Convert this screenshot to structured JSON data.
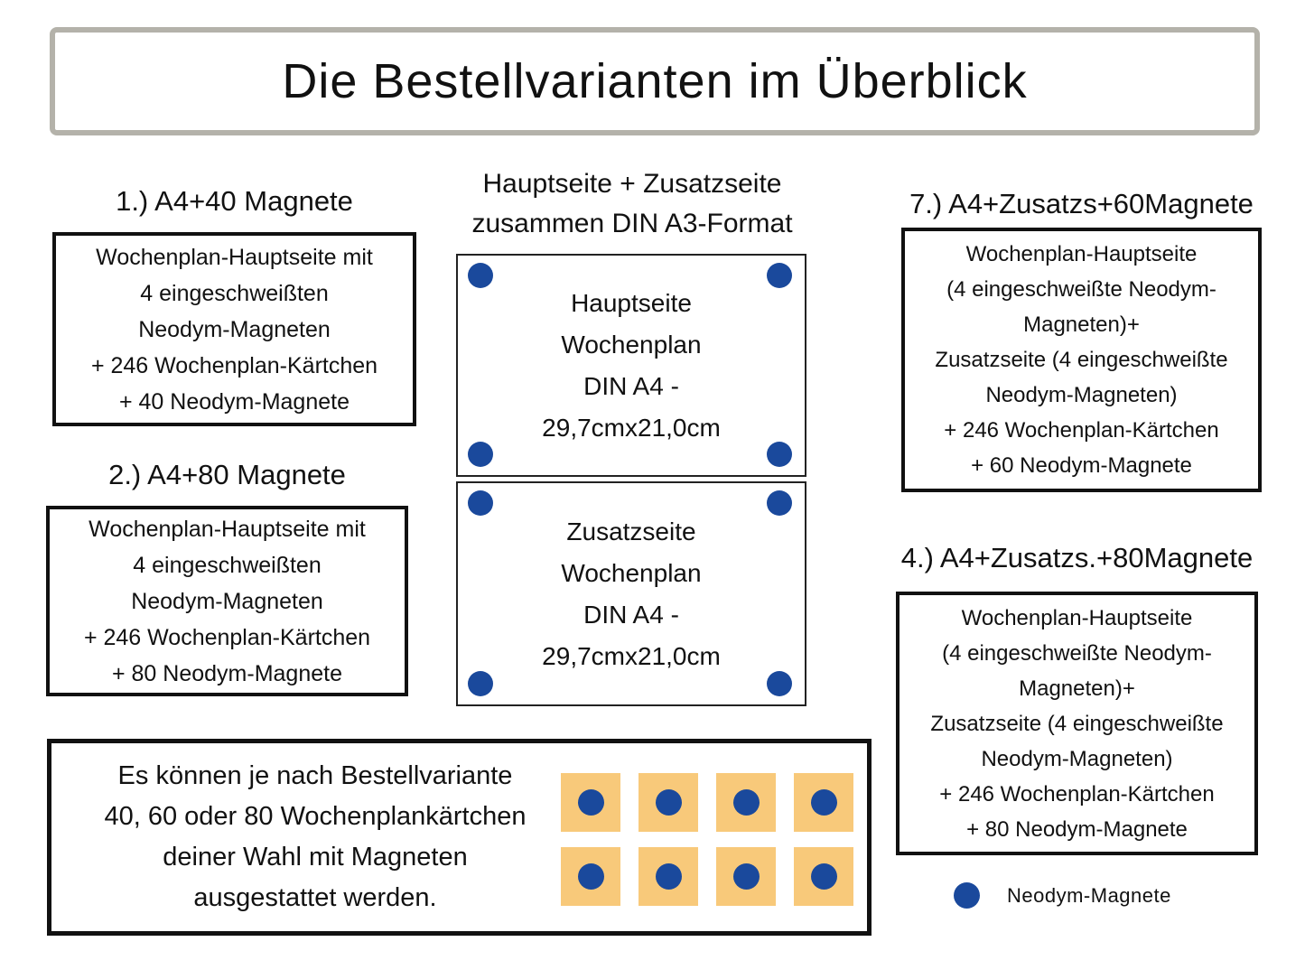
{
  "title": "Die Bestellvarianten im Überblick",
  "colors": {
    "magnet_blue": "#1a499c",
    "card_orange": "#f8c97a",
    "frame_gray": "#b4b2aa"
  },
  "variants": [
    {
      "heading": "1.) A4+40 Magnete",
      "lines": [
        "Wochenplan-Hauptseite mit",
        "4 eingeschweißten",
        "Neodym-Magneten",
        "+ 246 Wochenplan-Kärtchen",
        "+ 40 Neodym-Magnete"
      ]
    },
    {
      "heading": "2.) A4+80 Magnete",
      "lines": [
        "Wochenplan-Hauptseite mit",
        "4 eingeschweißten",
        "Neodym-Magneten",
        "+ 246 Wochenplan-Kärtchen",
        "+ 80 Neodym-Magnete"
      ]
    },
    {
      "heading": "7.) A4+Zusatzs+60Magnete",
      "lines": [
        "Wochenplan-Hauptseite",
        "(4 eingeschweißte Neodym-",
        "Magneten)+",
        "Zusatzseite (4 eingeschweißte",
        "Neodym-Magneten)",
        "+ 246 Wochenplan-Kärtchen",
        "+ 60 Neodym-Magnete"
      ]
    },
    {
      "heading": "4.) A4+Zusatzs.+80Magnete",
      "lines": [
        "Wochenplan-Hauptseite",
        "(4 eingeschweißte Neodym-",
        "Magneten)+",
        "Zusatzseite (4 eingeschweißte",
        "Neodym-Magneten)",
        "+ 246 Wochenplan-Kärtchen",
        "+ 80 Neodym-Magnete"
      ]
    }
  ],
  "pages": {
    "heading": [
      "Hauptseite + Zusatzseite",
      "zusammen DIN A3-Format"
    ],
    "cards": [
      {
        "lines": [
          "Hauptseite",
          "Wochenplan",
          "DIN A4 -",
          "29,7cmx21,0cm"
        ]
      },
      {
        "lines": [
          "Zusatzseite",
          "Wochenplan",
          "DIN A4 -",
          "29,7cmx21,0cm"
        ]
      }
    ]
  },
  "note": {
    "lines": [
      "Es können je nach Bestellvariante",
      "40, 60 oder 80 Wochenplankärtchen",
      "deiner Wahl mit Magneten",
      "ausgestattet werden."
    ],
    "magnet_grid": {
      "rows": 2,
      "cols": 4
    }
  },
  "legend": {
    "label": "Neodym-Magnete"
  }
}
